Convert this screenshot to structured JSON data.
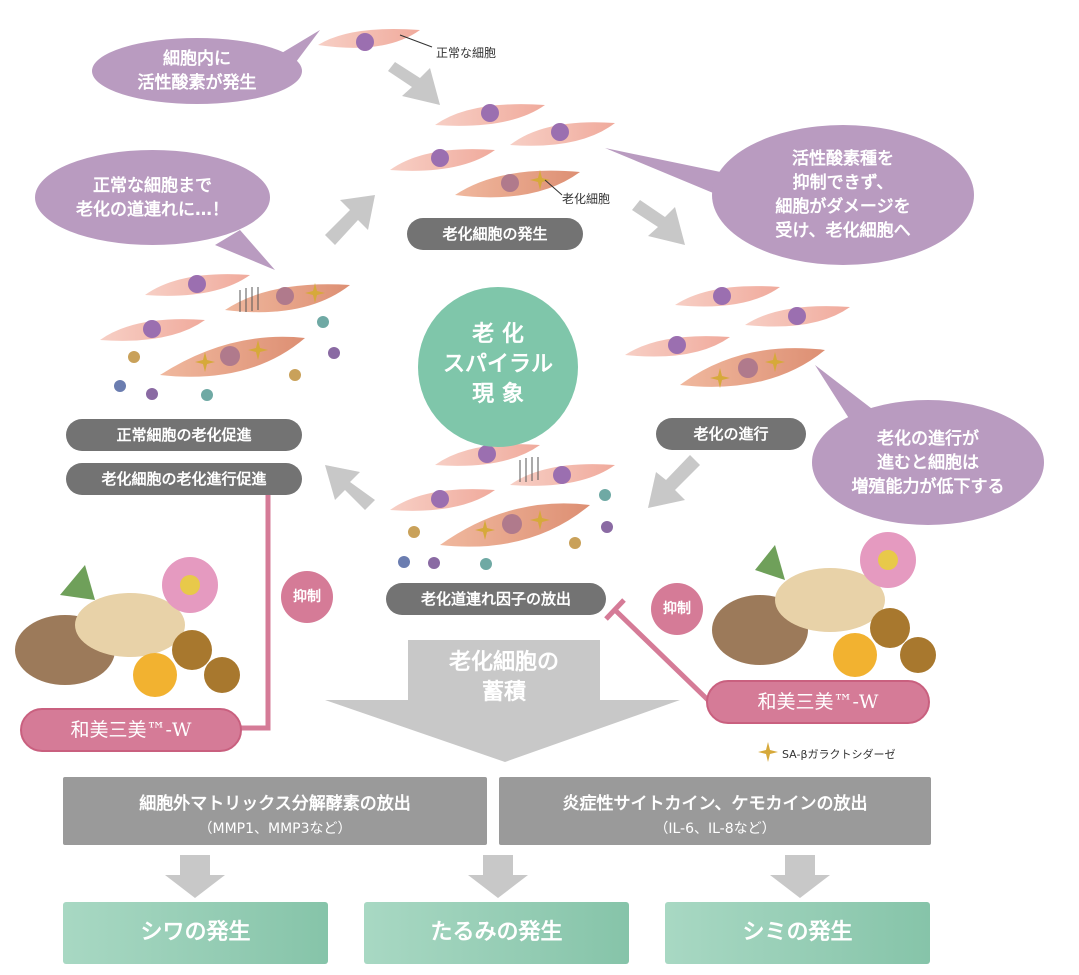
{
  "bubbles": {
    "ros_generation": "細胞内に\n活性酸素が発生",
    "normal_cells_dragged": "正常な細胞まで\n老化の道連れに…！",
    "ros_uncontrolled": "活性酸素種を\n抑制できず、\n細胞がダメージを\n受け、老化細胞へ",
    "aging_progress": "老化の進行が\n進むと細胞は\n増殖能力が低下する"
  },
  "cell_labels": {
    "normal_cell": "正常な細胞",
    "senescent_cell": "老化細胞"
  },
  "stages": {
    "senescent_generation": "老化細胞の発生",
    "aging_progress": "老化の進行",
    "sasp_release": "老化道連れ因子の放出",
    "normal_cell_aging_promotion": "正常細胞の老化促進",
    "senescent_aging_promotion": "老化細胞の老化進行促進"
  },
  "center": {
    "text": "老 化\nスパイラル\n現 象"
  },
  "inhibition_label": "抑制",
  "product_label": "和美三美™-W",
  "legend": {
    "sa_beta_gal": "SA-βガラクトシダーゼ"
  },
  "accumulation": "老化細胞の\n蓄積",
  "releases": [
    {
      "main": "細胞外マトリックス分解酵素の放出",
      "sub": "（MMP1、MMP3など）"
    },
    {
      "main": "炎症性サイトカイン、ケモカインの放出",
      "sub": "（IL-6、IL-8など）"
    }
  ],
  "outcomes": [
    "シワの発生",
    "たるみの発生",
    "シミの発生"
  ],
  "colors": {
    "bubble": "#b99bc0",
    "label_gray": "#737373",
    "center_green": "#7fc6aa",
    "pink": "#d57b97",
    "box_gray": "#9a9a9a",
    "outcome_green": "#95cfb6",
    "cell_pink": "#f4bfb4",
    "senescent_cell": "#e8a58c",
    "nucleus": "#9b6fb0",
    "sparkle": "#d6a93a"
  }
}
